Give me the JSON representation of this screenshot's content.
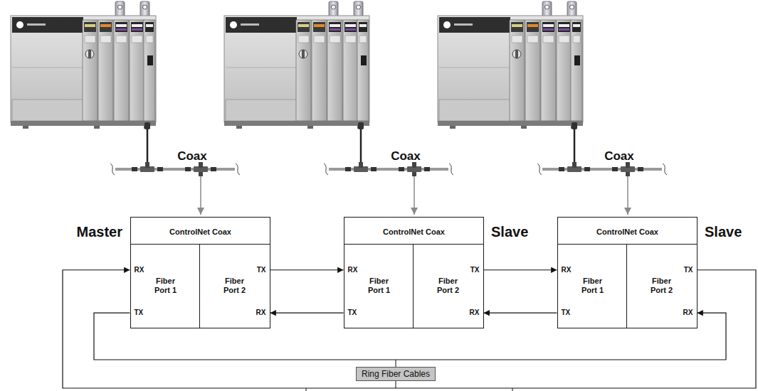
{
  "diagram": {
    "nodes": [
      {
        "text": [
          "ControlNet Coax"
        ]
      },
      {
        "text": [
          "Fiber Port 1"
        ],
        "in": 0
      },
      {
        "text": [
          "Fiber Port 2"
        ],
        "in": 0
      },
      {
        "text": [
          "ControlNet Coax"
        ]
      },
      {
        "text": [
          "Fiber Port 1"
        ],
        "in": 3
      },
      {
        "text": [
          "Fiber Port 2"
        ],
        "in": 3
      },
      {
        "text": [
          "ControlNet Coax"
        ]
      },
      {
        "text": [
          "Fiber Port 1"
        ],
        "in": 6
      },
      {
        "text": [
          "Fiber Port 2"
        ],
        "in": 6
      },
      {
        "text": [
          "Ring Fiber Cables"
        ]
      }
    ],
    "edges": [
      {
        "from": 2,
        "to": 4,
        "arrow": "to"
      },
      {
        "from": 4,
        "to": 2,
        "arrow": "to"
      },
      {
        "from": 5,
        "to": 7,
        "arrow": "to"
      },
      {
        "from": 7,
        "to": 5,
        "arrow": "to"
      },
      {
        "from": 8,
        "to": 1,
        "arrow": "to"
      },
      {
        "from": 1,
        "to": 8,
        "arrow": "to"
      }
    ],
    "labels": [
      "Coax",
      "Coax",
      "Coax",
      "Master",
      "RX",
      "TX",
      "TX",
      "RX",
      "Slave",
      "RX",
      "TX",
      "TX",
      "RX",
      "Slave",
      "RX",
      "TX",
      "TX",
      "RX"
    ]
  }
}
